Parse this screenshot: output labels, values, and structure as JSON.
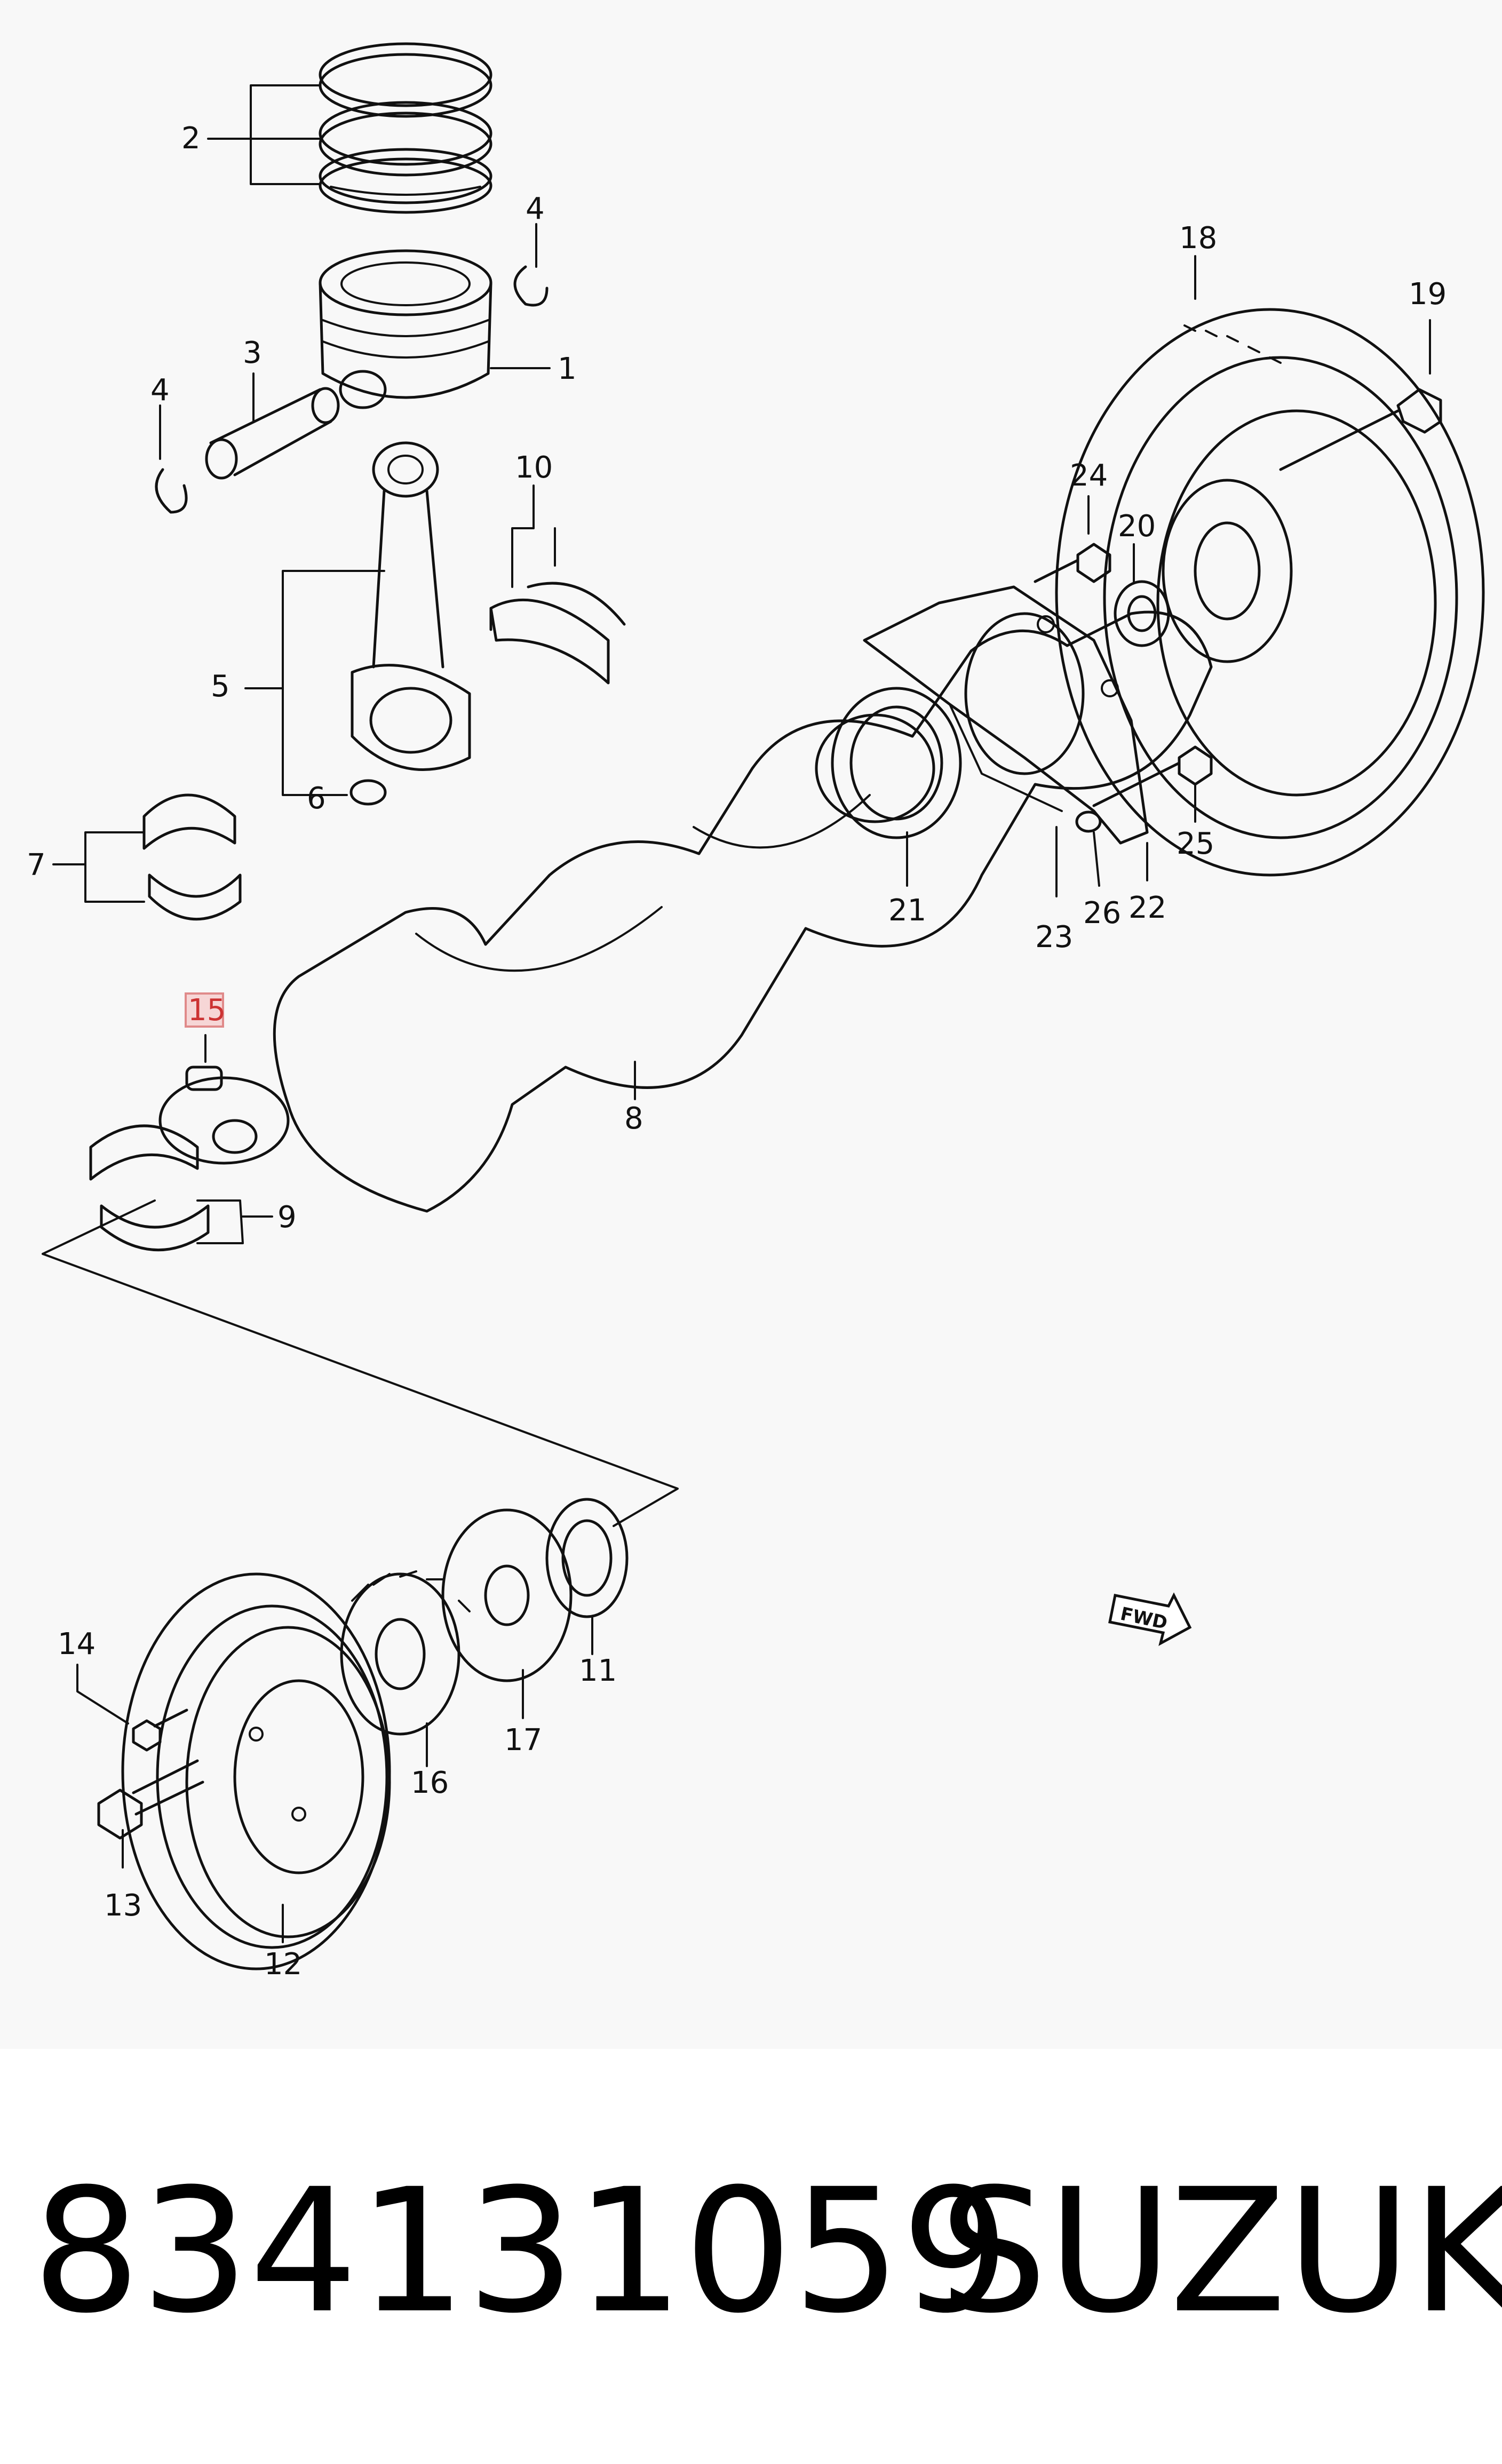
{
  "footer": {
    "part_number": "834131059",
    "brand": "SUZUKI"
  },
  "fwd_label": "FWD",
  "highlighted_callout": "15",
  "callouts": [
    {
      "id": "c1",
      "label": "1"
    },
    {
      "id": "c2",
      "label": "2"
    },
    {
      "id": "c3",
      "label": "3"
    },
    {
      "id": "c4a",
      "label": "4"
    },
    {
      "id": "c4b",
      "label": "4"
    },
    {
      "id": "c5",
      "label": "5"
    },
    {
      "id": "c6",
      "label": "6"
    },
    {
      "id": "c7",
      "label": "7"
    },
    {
      "id": "c8",
      "label": "8"
    },
    {
      "id": "c9",
      "label": "9"
    },
    {
      "id": "c10",
      "label": "10"
    },
    {
      "id": "c11",
      "label": "11"
    },
    {
      "id": "c12",
      "label": "12"
    },
    {
      "id": "c13",
      "label": "13"
    },
    {
      "id": "c14",
      "label": "14"
    },
    {
      "id": "c15",
      "label": "15"
    },
    {
      "id": "c16",
      "label": "16"
    },
    {
      "id": "c17",
      "label": "17"
    },
    {
      "id": "c18",
      "label": "18"
    },
    {
      "id": "c19",
      "label": "19"
    },
    {
      "id": "c20",
      "label": "20"
    },
    {
      "id": "c21",
      "label": "21"
    },
    {
      "id": "c22",
      "label": "22"
    },
    {
      "id": "c23",
      "label": "23"
    },
    {
      "id": "c24",
      "label": "24"
    },
    {
      "id": "c25",
      "label": "25"
    },
    {
      "id": "c26",
      "label": "26"
    }
  ]
}
